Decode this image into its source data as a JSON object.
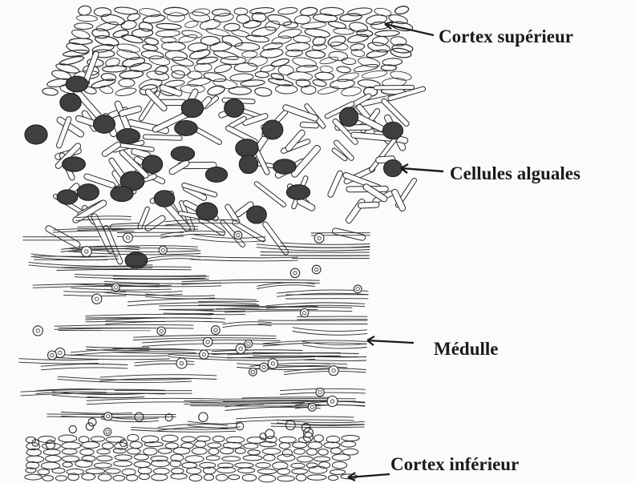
{
  "figure": {
    "labels": {
      "upper_cortex": "Cortex supérieur",
      "algal_cells": "Cellules alguales",
      "medulla": "Médulle",
      "lower_cortex": "Cortex inférieur"
    },
    "colors": {
      "ink": "#2b2b2b",
      "algal_fill": "#3f3f3f",
      "paper": "#fbfbfa"
    }
  }
}
